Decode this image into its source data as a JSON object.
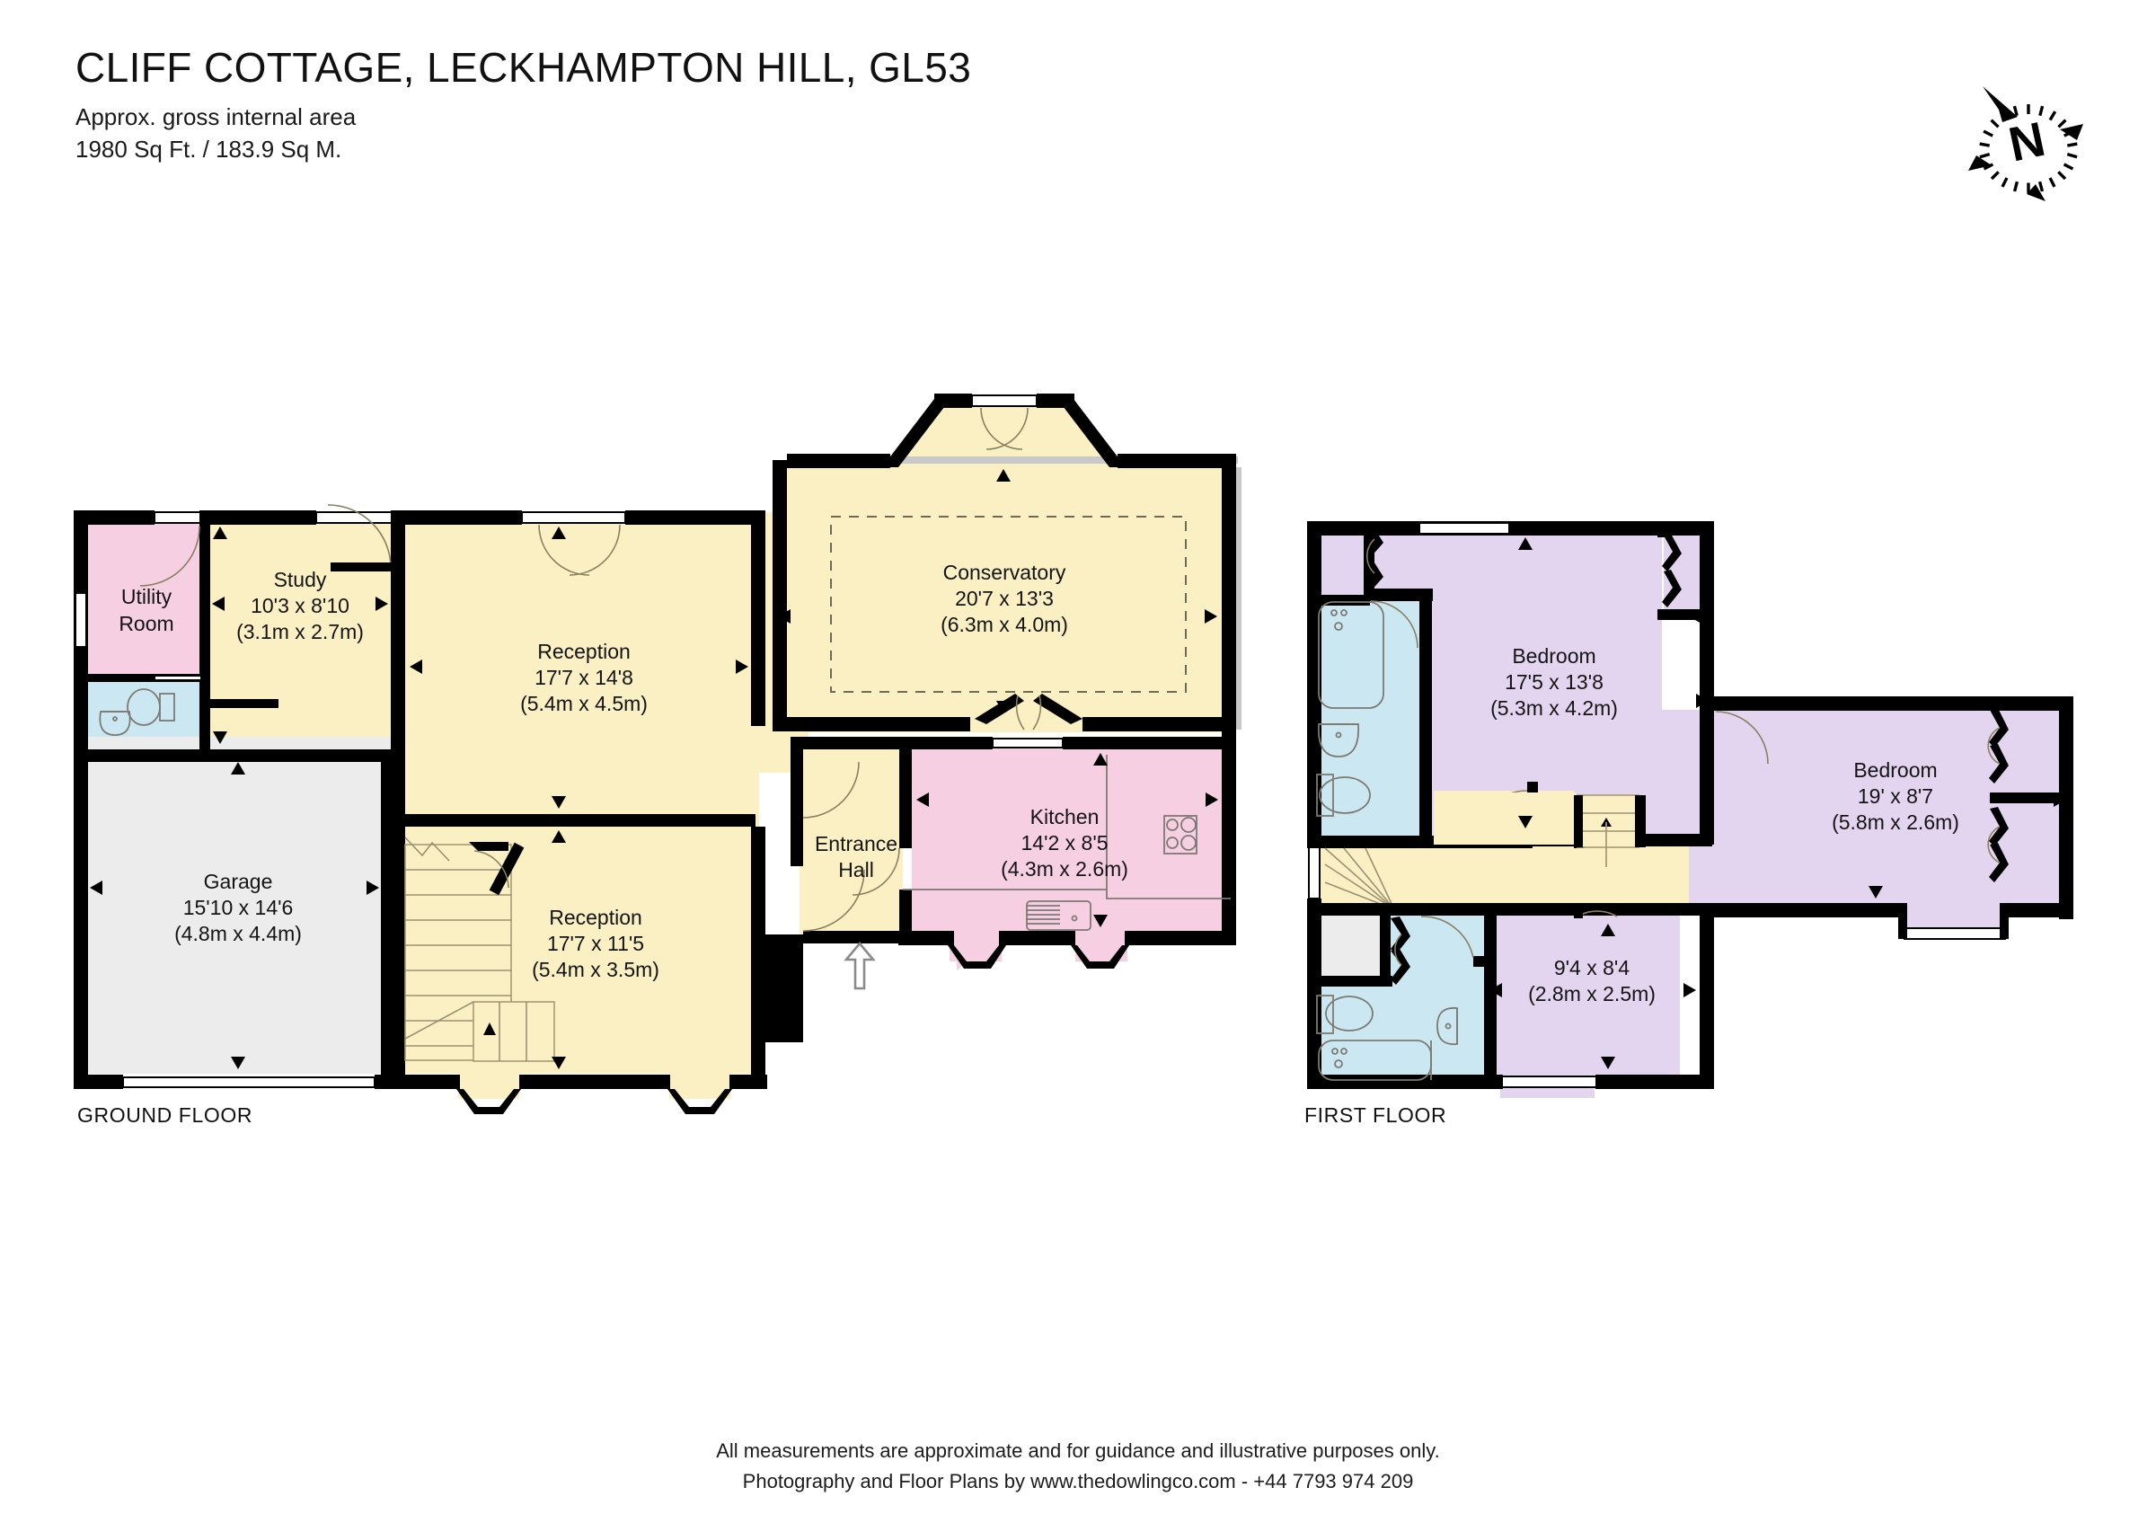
{
  "header": {
    "title": "CLIFF COTTAGE, LECKHAMPTON HILL, GL53",
    "area_caption": "Approx. gross internal area",
    "area_value": "1980 Sq Ft. / 183.9 Sq M."
  },
  "compass": {
    "north_label": "N"
  },
  "floors": [
    {
      "id": "ground",
      "caption": "GROUND FLOOR"
    },
    {
      "id": "first",
      "caption": "FIRST FLOOR"
    }
  ],
  "ground_floor": {
    "rooms": [
      {
        "name": "utility",
        "label_line1": "Utility",
        "label_line2": "Room",
        "dim_imperial": "",
        "dim_metric": "",
        "fill": "#f6cfe2"
      },
      {
        "name": "wc",
        "label_line1": "",
        "label_line2": "",
        "dim_imperial": "",
        "dim_metric": "",
        "fill": "#cbe7f2"
      },
      {
        "name": "study",
        "label_line1": "Study",
        "dim_imperial": "10'3 x 8'10",
        "dim_metric": "(3.1m x 2.7m)",
        "fill": "#faf0c4"
      },
      {
        "name": "garage",
        "label_line1": "Garage",
        "dim_imperial": "15'10 x 14'6",
        "dim_metric": "(4.8m x 4.4m)",
        "fill": "#ececec"
      },
      {
        "name": "reception-1",
        "label_line1": "Reception",
        "dim_imperial": "17'7 x 14'8",
        "dim_metric": "(5.4m x 4.5m)",
        "fill": "#faf0c4"
      },
      {
        "name": "reception-2",
        "label_line1": "Reception",
        "dim_imperial": "17'7 x 11'5",
        "dim_metric": "(5.4m x 3.5m)",
        "fill": "#faf0c4"
      },
      {
        "name": "entrance-hall",
        "label_line1": "Entrance",
        "label_line2": "Hall",
        "dim_imperial": "",
        "dim_metric": "",
        "fill": "#faf0c4"
      },
      {
        "name": "kitchen",
        "label_line1": "Kitchen",
        "dim_imperial": "14'2 x 8'5",
        "dim_metric": "(4.3m x 2.6m)",
        "fill": "#f6cfe2"
      },
      {
        "name": "conservatory",
        "label_line1": "Conservatory",
        "dim_imperial": "20'7 x 13'3",
        "dim_metric": "(6.3m x 4.0m)",
        "fill": "#faf0c4"
      }
    ]
  },
  "first_floor": {
    "rooms": [
      {
        "name": "bedroom-1",
        "label_line1": "Bedroom",
        "dim_imperial": "17'5 x 13'8",
        "dim_metric": "(5.3m x 4.2m)",
        "fill": "#e3d5ef"
      },
      {
        "name": "bedroom-2",
        "label_line1": "Bedroom",
        "dim_imperial": "19' x 8'7",
        "dim_metric": "(5.8m x 2.6m)",
        "fill": "#e3d5ef"
      },
      {
        "name": "bedroom-3",
        "label_line1": "",
        "dim_imperial": "9'4 x 8'4",
        "dim_metric": "(2.8m x 2.5m)",
        "fill": "#e3d5ef"
      },
      {
        "name": "bathroom-1",
        "label_line1": "",
        "dim_imperial": "",
        "dim_metric": "",
        "fill": "#cbe7f2"
      },
      {
        "name": "bathroom-2",
        "label_line1": "",
        "dim_imperial": "",
        "dim_metric": "",
        "fill": "#cbe7f2"
      },
      {
        "name": "landing",
        "label_line1": "",
        "dim_imperial": "",
        "dim_metric": "",
        "fill": "#faf0c4"
      },
      {
        "name": "cupboard",
        "label_line1": "",
        "dim_imperial": "",
        "dim_metric": "",
        "fill": "#ececec"
      }
    ]
  },
  "labels": {
    "utility_line1": "Utility",
    "utility_line2": "Room",
    "study_name": "Study",
    "study_imp": "10'3 x 8'10",
    "study_met": "(3.1m x 2.7m)",
    "garage_name": "Garage",
    "garage_imp": "15'10 x 14'6",
    "garage_met": "(4.8m x 4.4m)",
    "recep1_name": "Reception",
    "recep1_imp": "17'7 x 14'8",
    "recep1_met": "(5.4m x 4.5m)",
    "recep2_name": "Reception",
    "recep2_imp": "17'7 x 11'5",
    "recep2_met": "(5.4m x 3.5m)",
    "hall_line1": "Entrance",
    "hall_line2": "Hall",
    "kitchen_name": "Kitchen",
    "kitchen_imp": "14'2 x 8'5",
    "kitchen_met": "(4.3m x 2.6m)",
    "cons_name": "Conservatory",
    "cons_imp": "20'7 x 13'3",
    "cons_met": "(6.3m x 4.0m)",
    "bed1_name": "Bedroom",
    "bed1_imp": "17'5 x 13'8",
    "bed1_met": "(5.3m x 4.2m)",
    "bed2_name": "Bedroom",
    "bed2_imp": "19' x 8'7",
    "bed2_met": "(5.8m x 2.6m)",
    "bed3_imp": "9'4 x 8'4",
    "bed3_met": "(2.8m x 2.5m)"
  },
  "footer": {
    "line1": "All measurements are approximate and for guidance and illustrative purposes only.",
    "line2": "Photography and Floor Plans by www.thedowlingco.com - +44 7793 974 209"
  },
  "colors": {
    "wall": "#000000",
    "reception_fill": "#faf0c4",
    "kitchen_fill": "#f6cfe2",
    "bath_fill": "#cbe7f2",
    "bedroom_fill": "#e3d5ef",
    "garage_fill": "#ececec",
    "background": "#ffffff"
  }
}
